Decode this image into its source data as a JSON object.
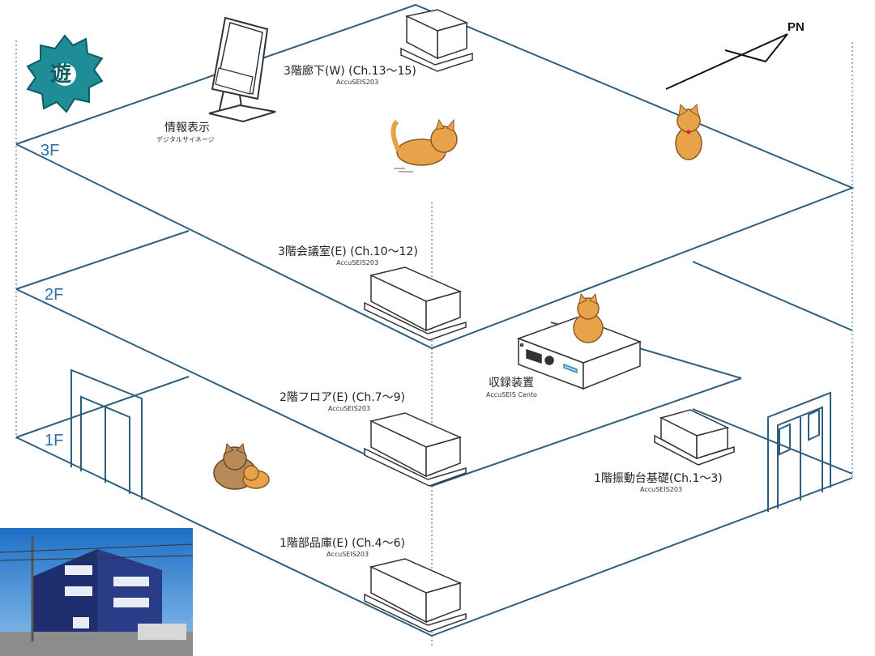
{
  "floors": [
    {
      "id": "3F",
      "label": "3F"
    },
    {
      "id": "2F",
      "label": "2F"
    },
    {
      "id": "1F",
      "label": "1F"
    }
  ],
  "north": {
    "label": "PN"
  },
  "signage": {
    "label": "情報表示",
    "sublabel": "デジタルサイネージ"
  },
  "recorder": {
    "label": "収録装置",
    "sublabel": "AccuSEIS Cento"
  },
  "sensors": [
    {
      "id": "3f-corridor",
      "label": "3階廊下(W) (Ch.13～15)",
      "model": "AccuSEIS203"
    },
    {
      "id": "3f-meeting",
      "label": "3階会議室(E) (Ch.10～12)",
      "model": "AccuSEIS203"
    },
    {
      "id": "2f-floor",
      "label": "2階フロア(E) (Ch.7～9)",
      "model": "AccuSEIS203"
    },
    {
      "id": "1f-foundation",
      "label": "1階振動台基礎(Ch.1～3)",
      "model": "AccuSEIS203"
    },
    {
      "id": "1f-parts",
      "label": "1階部品庫(E) (Ch.4～6)",
      "model": "AccuSEIS203"
    }
  ],
  "colors": {
    "line": "#2e5f80",
    "floor_label": "#2e6fa8",
    "logo": "#1e8d96",
    "cat": "#e8a24a"
  }
}
